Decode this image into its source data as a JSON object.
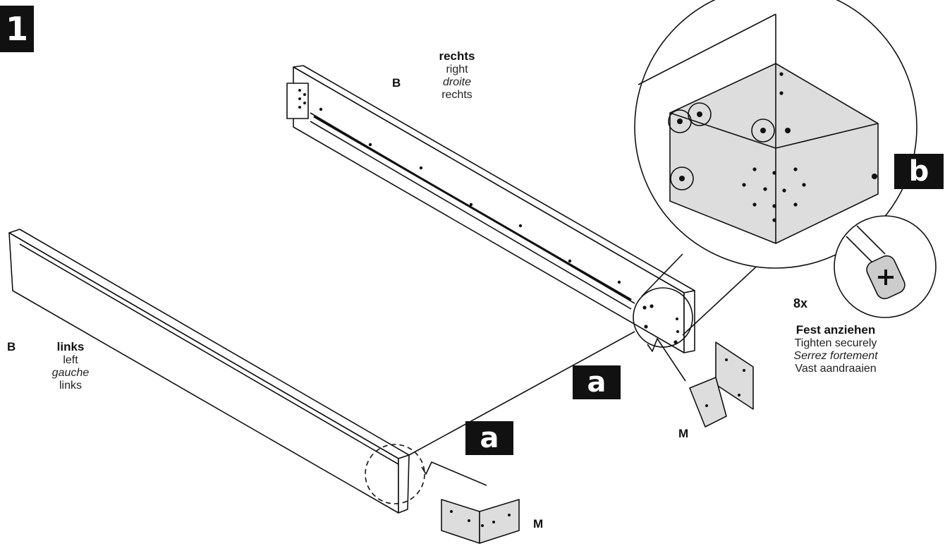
{
  "step_number": "1",
  "part_labels": {
    "panel_right": "B",
    "panel_left": "B",
    "bracket_right": "M",
    "bracket_left": "M"
  },
  "right_side": {
    "de": "rechts",
    "en": "right",
    "fr": "droite",
    "nl": "rechts"
  },
  "left_side": {
    "de": "links",
    "en": "left",
    "fr": "gauche",
    "nl": "links"
  },
  "callouts": {
    "a_right": "a",
    "a_left": "a",
    "b": "b"
  },
  "screw_count": "8x",
  "instruction": {
    "de": "Fest anziehen",
    "en": "Tighten securely",
    "fr": "Serrez fortement",
    "nl": "Vast aandraaien"
  }
}
